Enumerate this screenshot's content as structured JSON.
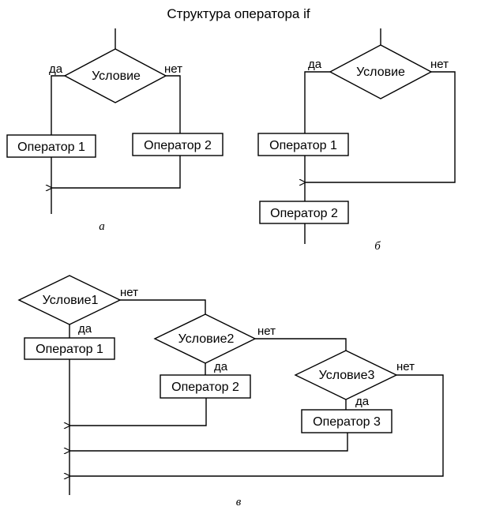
{
  "title": "Структура оператора if",
  "diagram_a": {
    "caption": "а",
    "condition": "Условие",
    "yes": "да",
    "no": "нет",
    "op1": "Оператор 1",
    "op2": "Оператор 2"
  },
  "diagram_b": {
    "caption": "б",
    "condition": "Условие",
    "yes": "да",
    "no": "нет",
    "op1": "Оператор 1",
    "op2": "Оператор 2"
  },
  "diagram_c": {
    "caption": "в",
    "cond1": "Условие1",
    "cond2": "Условие2",
    "cond3": "Условие3",
    "yes": "да",
    "no": "нет",
    "op1": "Оператор 1",
    "op2": "Оператор 2",
    "op3": "Оператор 3"
  }
}
